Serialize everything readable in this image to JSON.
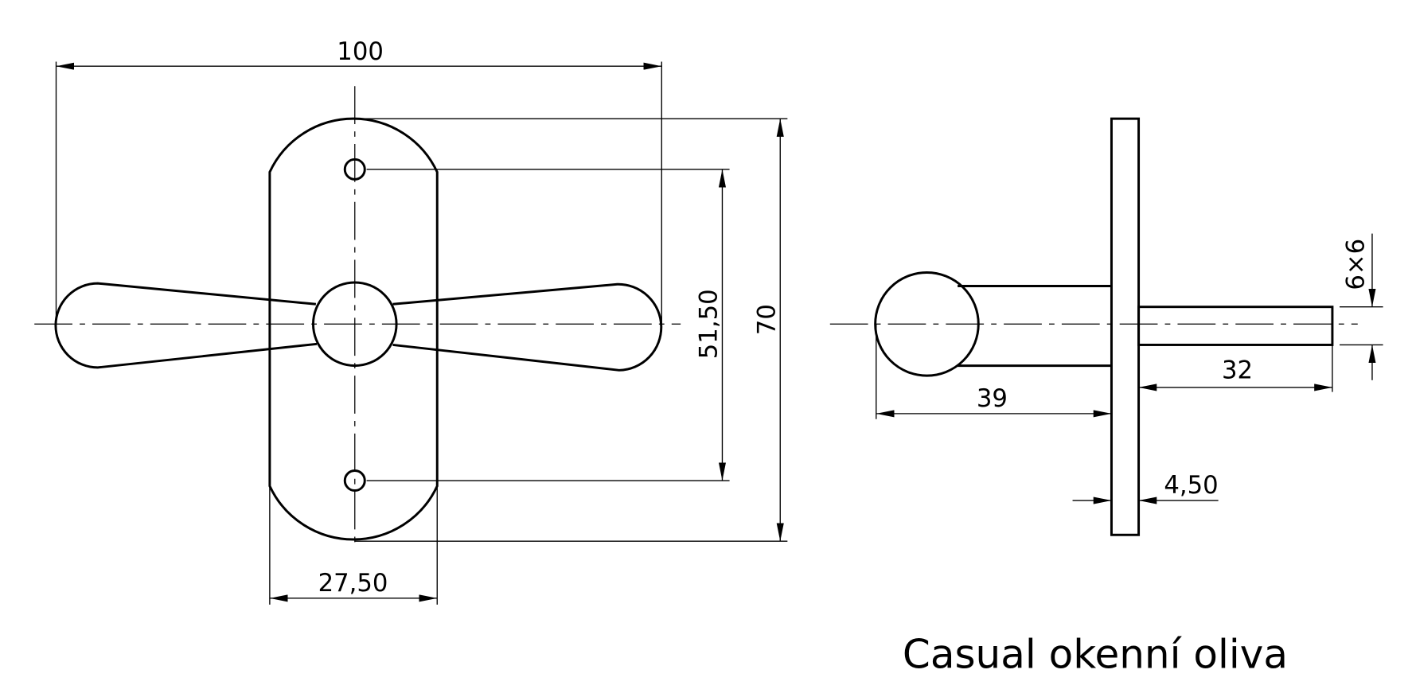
{
  "title": "Casual okenní oliva",
  "front_view": {
    "dimensions": {
      "overall_width": "100",
      "overall_height": "70",
      "hole_spacing": "51,50",
      "plate_width": "27,50"
    }
  },
  "side_view": {
    "dimensions": {
      "handle_projection": "39",
      "spindle_length": "32",
      "plate_thickness": "4,50",
      "spindle_section": "6×6"
    }
  }
}
